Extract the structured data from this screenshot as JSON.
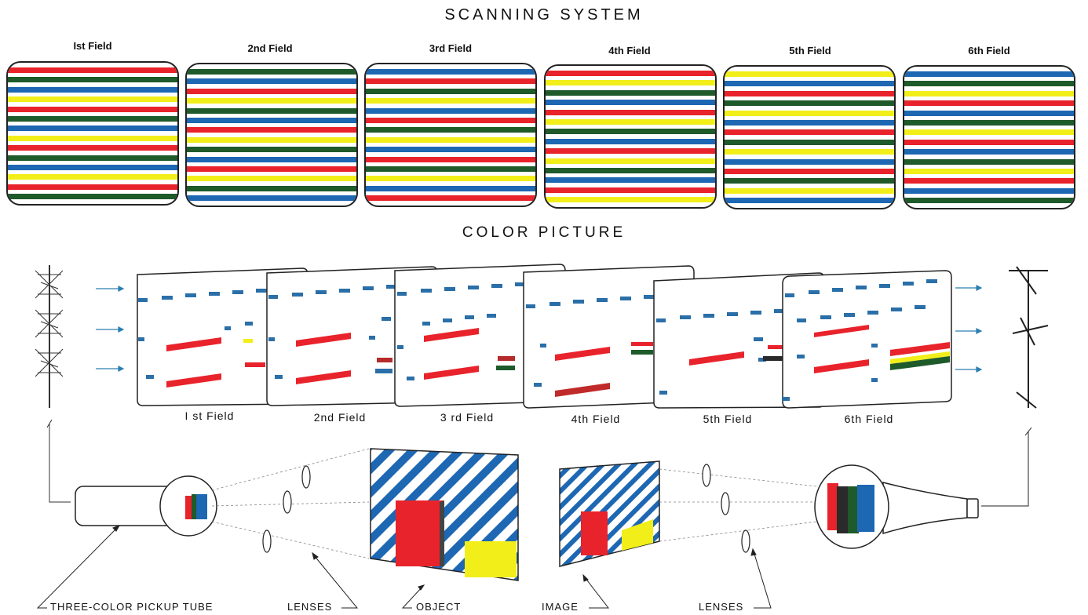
{
  "titles": {
    "scanning": "SCANNING SYSTEM",
    "color_picture": "COLOR PICTURE"
  },
  "scanning_fields": [
    {
      "label": "Ist Field",
      "pattern": [
        "red",
        "green",
        "blue",
        "yellow"
      ]
    },
    {
      "label": "2nd Field",
      "pattern": [
        "green",
        "blue",
        "red",
        "yellow"
      ]
    },
    {
      "label": "3rd Field",
      "pattern": [
        "blue",
        "red",
        "green",
        "yellow"
      ]
    },
    {
      "label": "4th Field",
      "pattern": [
        "red",
        "yellow",
        "green",
        "blue"
      ]
    },
    {
      "label": "5th Field",
      "pattern": [
        "yellow",
        "blue",
        "red",
        "green"
      ]
    },
    {
      "label": "6th Field",
      "pattern": [
        "blue",
        "green",
        "yellow",
        "red"
      ]
    }
  ],
  "picture_fields": [
    {
      "label": "I st Field"
    },
    {
      "label": "2nd Field"
    },
    {
      "label": "3 rd Field"
    },
    {
      "label": "4th Field"
    },
    {
      "label": "5th Field"
    },
    {
      "label": "6th Field"
    }
  ],
  "callouts": {
    "pickup_tube": "THREE-COLOR PICKUP TUBE",
    "lenses_left": "LENSES",
    "object": "OBJECT",
    "image": "IMAGE",
    "lenses_right": "LENSES"
  },
  "colors": {
    "red": "#e8232b",
    "green": "#1e5a2a",
    "blue": "#1d67b3",
    "yellow": "#f2ee1a",
    "dash_blue": "#2b6fa8",
    "outline": "#222222"
  }
}
